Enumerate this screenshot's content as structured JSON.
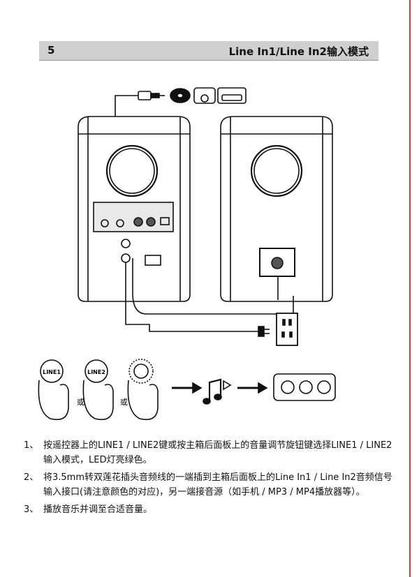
{
  "header": {
    "page_number": "5",
    "title": "Line In1/Line In2输入模式"
  },
  "diagram": {
    "button_line1": "LINE1",
    "button_line2": "LINE2",
    "or_label_1": "或",
    "or_label_2": "或"
  },
  "steps": [
    {
      "index": "1、",
      "text": "按遥控器上的LINE1 / LINE2键或按主箱后面板上的音量调节旋钮键选择LINE1 / LINE2输入模式，LED灯亮绿色。"
    },
    {
      "index": "2、",
      "text": "将3.5mm转双莲花插头音频线的一端插到主箱后面板上的Line In1 / Line In2音频信号输入接口(请注意颜色的对应)，另一端接音源（如手机 / MP3 / MP4播放器等）。"
    },
    {
      "index": "3、",
      "text": "播放音乐并调至合适音量。"
    }
  ],
  "colors": {
    "header_bg": "#cfcfcf",
    "right_rule": "#e23a3a",
    "ink": "#111111"
  }
}
